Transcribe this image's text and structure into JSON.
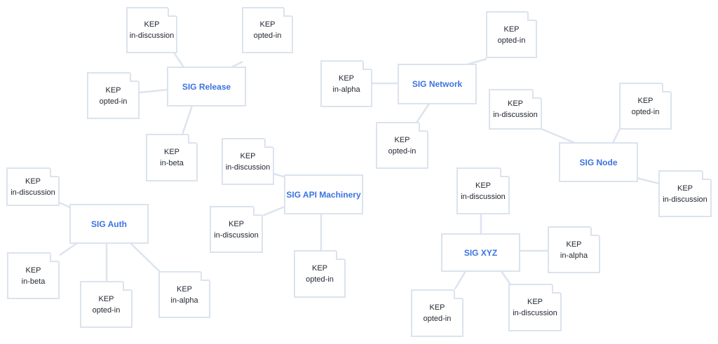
{
  "colors": {
    "sig_text": "#3b73e0",
    "box_border": "#dbe3ee",
    "connector": "#dde4ef",
    "kep_text": "#222833"
  },
  "sigs": [
    {
      "id": "release",
      "label": "SIG Release"
    },
    {
      "id": "network",
      "label": "SIG Network"
    },
    {
      "id": "node",
      "label": "SIG Node"
    },
    {
      "id": "api",
      "label": "SIG API Machinery"
    },
    {
      "id": "auth",
      "label": "SIG Auth"
    },
    {
      "id": "xyz",
      "label": "SIG XYZ"
    }
  ],
  "keps": [
    {
      "sig": "release",
      "title": "KEP",
      "status": "in-discussion"
    },
    {
      "sig": "release",
      "title": "KEP",
      "status": "opted-in"
    },
    {
      "sig": "release",
      "title": "KEP",
      "status": "opted-in"
    },
    {
      "sig": "release",
      "title": "KEP",
      "status": "in-beta"
    },
    {
      "sig": "network",
      "title": "KEP",
      "status": "opted-in"
    },
    {
      "sig": "network",
      "title": "KEP",
      "status": "in-alpha"
    },
    {
      "sig": "network",
      "title": "KEP",
      "status": "opted-in"
    },
    {
      "sig": "node",
      "title": "KEP",
      "status": "in-discussion"
    },
    {
      "sig": "node",
      "title": "KEP",
      "status": "opted-in"
    },
    {
      "sig": "node",
      "title": "KEP",
      "status": "in-discussion"
    },
    {
      "sig": "api",
      "title": "KEP",
      "status": "in-discussion"
    },
    {
      "sig": "api",
      "title": "KEP",
      "status": "in-discussion"
    },
    {
      "sig": "api",
      "title": "KEP",
      "status": "opted-in"
    },
    {
      "sig": "auth",
      "title": "KEP",
      "status": "in-discussion"
    },
    {
      "sig": "auth",
      "title": "KEP",
      "status": "in-beta"
    },
    {
      "sig": "auth",
      "title": "KEP",
      "status": "opted-in"
    },
    {
      "sig": "auth",
      "title": "KEP",
      "status": "in-alpha"
    },
    {
      "sig": "xyz",
      "title": "KEP",
      "status": "in-discussion"
    },
    {
      "sig": "xyz",
      "title": "KEP",
      "status": "in-alpha"
    },
    {
      "sig": "xyz",
      "title": "KEP",
      "status": "opted-in"
    },
    {
      "sig": "xyz",
      "title": "KEP",
      "status": "in-discussion"
    }
  ]
}
